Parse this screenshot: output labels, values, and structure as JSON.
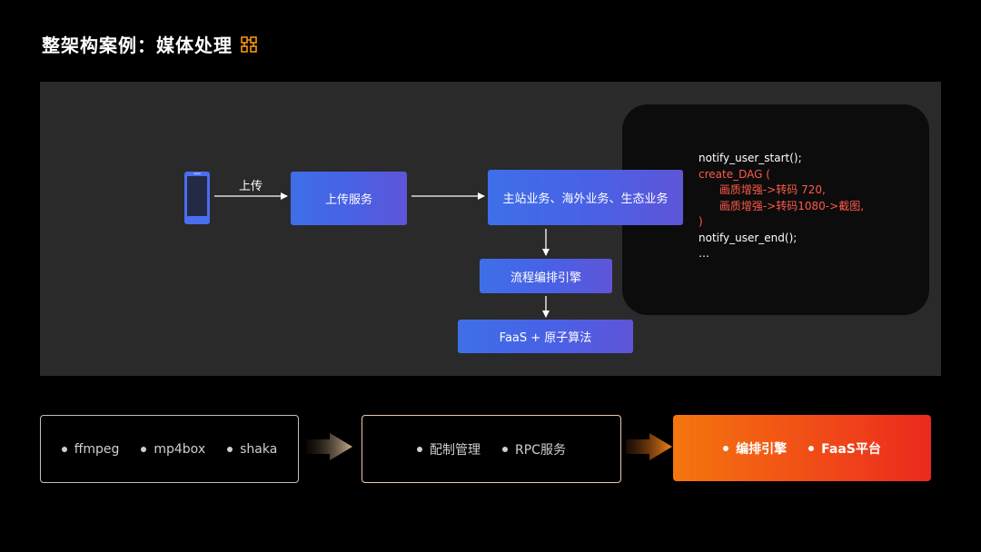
{
  "title": "整架构案例：媒体处理",
  "diagram": {
    "upload_edge_label": "上传",
    "upload_service": "上传服务",
    "business": "主站业务、海外业务、生态业务",
    "orchestration": "流程编排引擎",
    "faas_atomic": "FaaS + 原子算法"
  },
  "code": {
    "line1": "notify_user_start();",
    "line2": "create_DAG (",
    "line3": "      画质增强->转码 720,",
    "line4": "      画质增强->转码1080->截图,",
    "line5": ")",
    "line6": "notify_user_end();",
    "line7": "…"
  },
  "bottom": {
    "group1": [
      "ffmpeg",
      "mp4box",
      "shaka"
    ],
    "group2": [
      "配制管理",
      "RPC服务"
    ],
    "group3": [
      "编排引擎",
      "FaaS平台"
    ]
  },
  "colors": {
    "accent_orange": "#f5760e",
    "node_blue": "#3e6fe8",
    "node_purple": "#5e55d8",
    "code_red": "#ff5a4a"
  },
  "icons": {
    "title": "flow-nodes-icon",
    "client": "smartphone-icon",
    "bullet": "dot-icon"
  }
}
